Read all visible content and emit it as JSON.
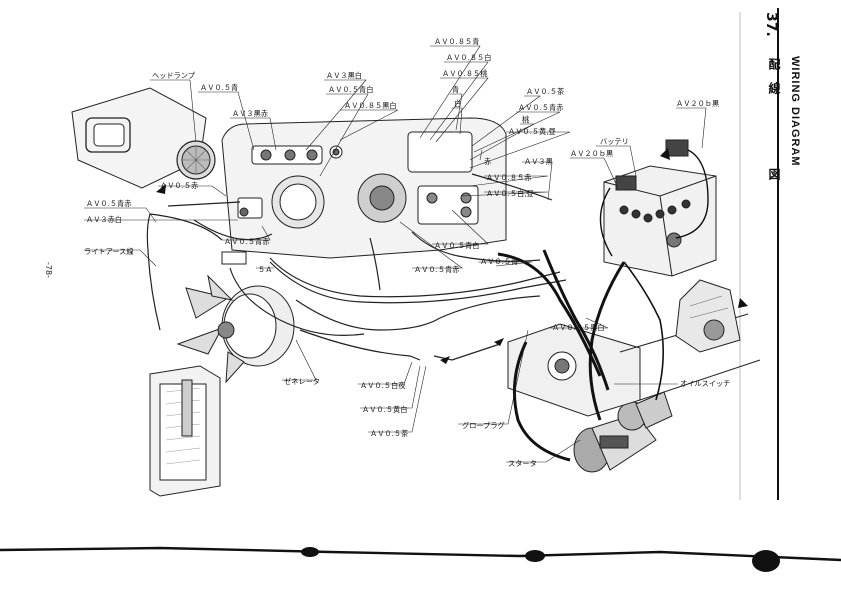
{
  "section": {
    "number": "37.",
    "title_jp_1": "配　線",
    "title_jp_2": "図",
    "title_en": "WIRING DIAGRAM"
  },
  "page_number": "-78-",
  "labels": {
    "headlamp": "ヘッドランプ",
    "av05blue": "ＡＶ０.５青",
    "av3blackred_left": "ＡＶ３黒赤",
    "av3blackwhite": "ＡＶ３黒白",
    "av05bluewhite_top": "ＡＶ０.５青白",
    "av085blackwhite": "ＡＶ０.８５黒白",
    "av085blue_top": "ＡＶ０.８５青",
    "av085white": "ＡＶ０.８５白",
    "av085peach": "ＡＶ０.８５桃",
    "blue_short": "青",
    "white_short": "白",
    "av05brown_top": "ＡＶ０.５茶",
    "av05bluered_top": "ＡＶ０.５青赤",
    "peach_short": "桃",
    "av05yellowgreen": "ＡＶ０.５黄,昼",
    "red_short": "赤",
    "av05red": "ＡＶ０.５赤",
    "av05bluered_left": "ＡＶ０.５青赤",
    "av3redwhite": "ＡＶ３赤白",
    "light_earth": "ライトアース線",
    "av05bluered_mid": "ＡＶ０.５青赤",
    "fuse_5a": "５Ａ",
    "av3black": "ＡＶ３黒",
    "av085red": "ＡＶ０.８５赤",
    "av05whitegreen": "ＡＶ０.５白,昼",
    "av05bluewhite_mid": "ＡＶ０.５青白",
    "av05bluered_low": "ＡＶ０.５青赤",
    "av05blue_low": "ＡＶ０.５青",
    "av085blackwhite_low": "ＡＶ０.８５黒白",
    "av20b_black_top": "ＡＶ２０ｂ黒",
    "battery": "バッテリ",
    "av20b_black": "ＡＶ２０ｂ黒",
    "oil_switch": "オイルスイッチ",
    "generator": "ゼネレータ",
    "av05whitenight": "ＡＶ０.５白夜",
    "av05yellowwhite": "ＡＶ０.５黄白",
    "av05brown_low": "ＡＶ０.５茶",
    "glow_plug": "グロープラグ",
    "starter": "スタータ"
  }
}
